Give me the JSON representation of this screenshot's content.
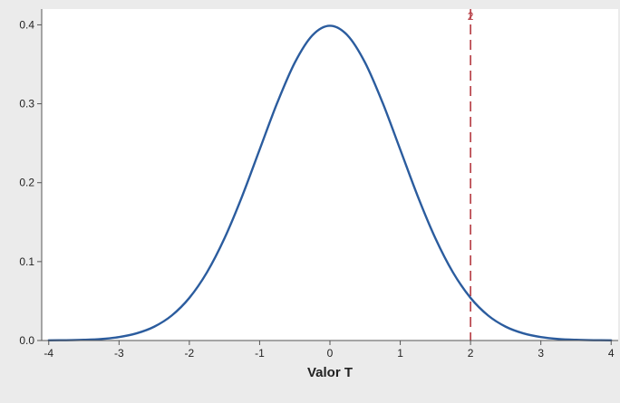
{
  "chart_data": {
    "type": "line",
    "title": "",
    "xlabel": "Valor T",
    "ylabel": "",
    "xlim": [
      -4.1,
      4.1
    ],
    "ylim": [
      0,
      0.42
    ],
    "x_ticks": [
      -4,
      -3,
      -2,
      -1,
      0,
      1,
      2,
      3,
      4
    ],
    "x_tick_labels": [
      "-4",
      "-3",
      "-2",
      "-1",
      "0",
      "1",
      "2",
      "3",
      "4"
    ],
    "y_ticks": [
      0.0,
      0.1,
      0.2,
      0.3,
      0.4
    ],
    "y_tick_labels": [
      "0.0",
      "0.1",
      "0.2",
      "0.3",
      "0.4"
    ],
    "grid": false,
    "legend": "none",
    "series": [
      {
        "x": [
          -4.0,
          -3.75,
          -3.5,
          -3.25,
          -3.0,
          -2.75,
          -2.5,
          -2.25,
          -2.0,
          -1.75,
          -1.5,
          -1.25,
          -1.0,
          -0.75,
          -0.5,
          -0.25,
          0.0,
          0.25,
          0.5,
          0.75,
          1.0,
          1.25,
          1.5,
          1.75,
          2.0,
          2.25,
          2.5,
          2.75,
          3.0,
          3.25,
          3.5,
          3.75,
          4.0
        ],
        "y": [
          0.0002,
          0.0004,
          0.0009,
          0.002,
          0.0044,
          0.0091,
          0.0175,
          0.0317,
          0.054,
          0.0863,
          0.1295,
          0.1826,
          0.242,
          0.3011,
          0.3521,
          0.3867,
          0.3989,
          0.3867,
          0.3521,
          0.3011,
          0.242,
          0.1826,
          0.1295,
          0.0863,
          0.054,
          0.0317,
          0.0175,
          0.0091,
          0.0044,
          0.002,
          0.0009,
          0.0004,
          0.0002
        ],
        "color": "#2b5c9e"
      }
    ],
    "reference_lines": [
      {
        "x": 2,
        "label": "2",
        "style": "dashed",
        "color": "#b5383f"
      }
    ],
    "colors": {
      "background": "#ebebeb",
      "plot_background": "#ffffff",
      "axis": "#555555"
    }
  }
}
